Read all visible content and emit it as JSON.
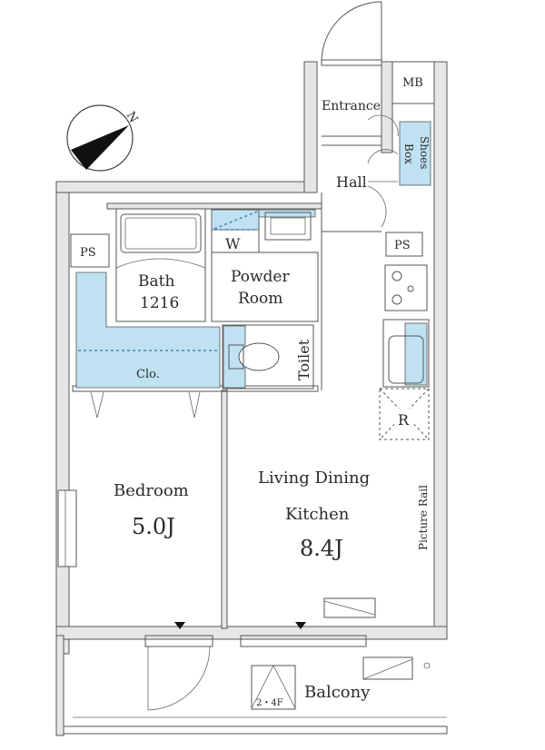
{
  "floorplan": {
    "compass_label": "N",
    "rooms": {
      "entrance": "Entrance",
      "mb": "MB",
      "shoes_box_line1": "Shoes",
      "shoes_box_line2": "Box",
      "hall": "Hall",
      "ps_left": "PS",
      "ps_right": "PS",
      "w": "W",
      "bath": "Bath",
      "bath_size": "1216",
      "powder_line1": "Powder",
      "powder_line2": "Room",
      "closet": "Clo.",
      "toilet": "Toilet",
      "refrigerator": "R",
      "bedroom": "Bedroom",
      "bedroom_size": "5.0J",
      "ldk_line1": "Living Dining",
      "ldk_line2": "Kitchen",
      "ldk_size": "8.4J",
      "picture_rail": "Picture Rail",
      "evac_hatch": "2・4F",
      "balcony": "Balcony"
    },
    "colors": {
      "storage": "#bfe1f2",
      "wall": "#e6e6e6"
    }
  }
}
